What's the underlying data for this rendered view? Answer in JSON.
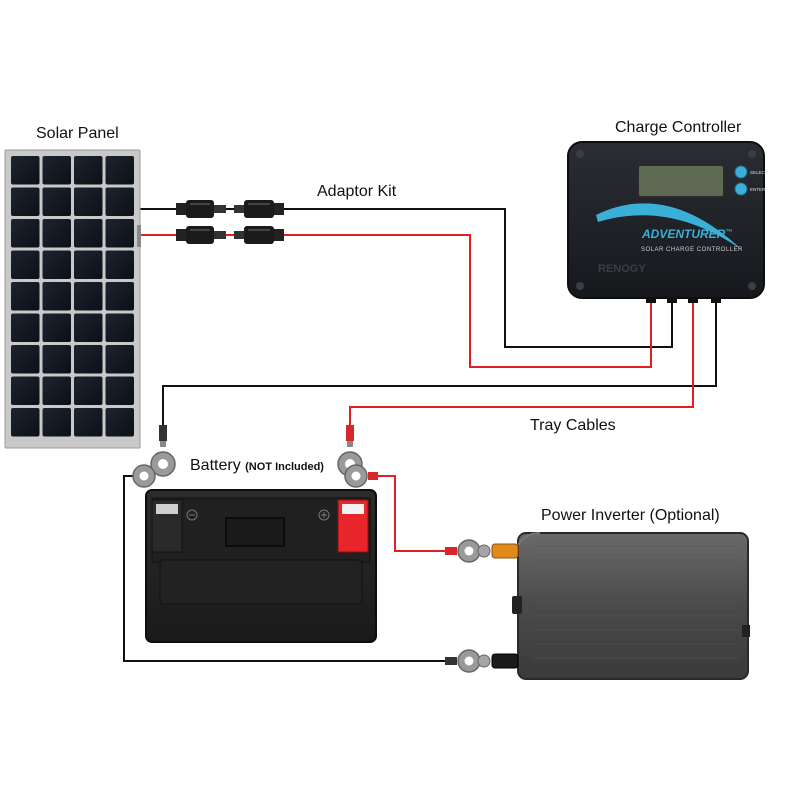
{
  "labels": {
    "solar_panel": "Solar Panel",
    "adaptor_kit": "Adaptor Kit",
    "charge_controller": "Charge Controller",
    "tray_cables": "Tray Cables",
    "battery": "Battery",
    "battery_note": "(NOT Included)",
    "power_inverter": "Power Inverter (Optional)"
  },
  "controller": {
    "brand": "ADVENTURER",
    "trademark": "™",
    "subtitle": "SOLAR CHARGE CONTROLLER",
    "logo": "RENOGY",
    "button_select": "SELECT",
    "button_enter": "ENTER"
  },
  "colors": {
    "positive_wire": "#e02020",
    "negative_wire": "#111111",
    "controller_accent": "#3ab0d8",
    "battery_positive": "#e8252a"
  }
}
